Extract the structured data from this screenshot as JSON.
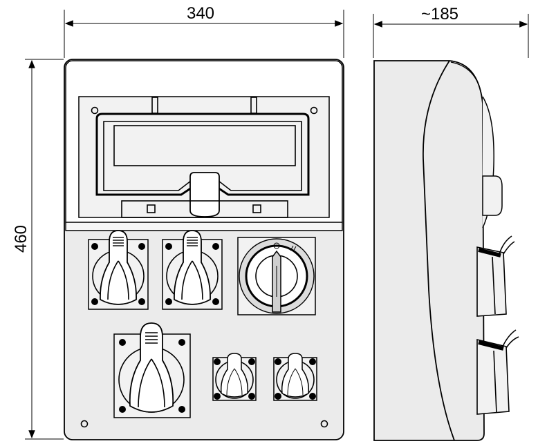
{
  "dimensions": {
    "width": "340",
    "depth": "~185",
    "height": "460"
  },
  "colors": {
    "housing": "#ebebeb",
    "line": "#000000",
    "background": "#ffffff"
  }
}
